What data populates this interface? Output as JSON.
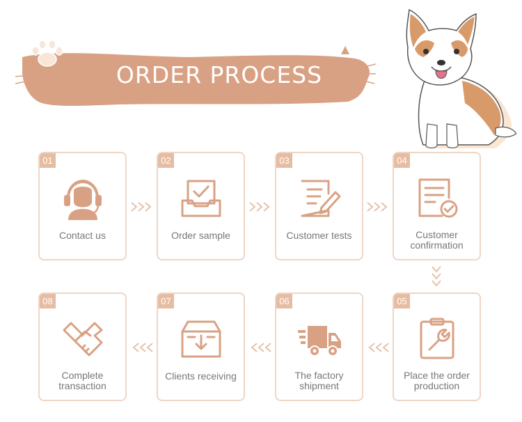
{
  "banner": {
    "title": "ORDER PROCESS"
  },
  "colors": {
    "accent": "#d9a183",
    "border": "#eed6c6",
    "badge": "#e6bda2",
    "text": "#777777"
  },
  "steps": [
    {
      "num": "01",
      "label": "Contact us",
      "icon": "headset-icon"
    },
    {
      "num": "02",
      "label": "Order sample",
      "icon": "inbox-check-icon"
    },
    {
      "num": "03",
      "label": "Customer tests",
      "icon": "document-pen-icon"
    },
    {
      "num": "04",
      "line1": "Customer",
      "line2": "confirmation",
      "icon": "document-check-icon"
    },
    {
      "num": "05",
      "line1": "Place the order",
      "line2": "production",
      "icon": "clipboard-wrench-icon"
    },
    {
      "num": "06",
      "line1": "The factory",
      "line2": "shipment",
      "icon": "delivery-truck-icon"
    },
    {
      "num": "07",
      "label": "Clients receiving",
      "icon": "box-download-icon"
    },
    {
      "num": "08",
      "line1": "Complete",
      "line2": "transaction",
      "icon": "handshake-icon"
    }
  ]
}
